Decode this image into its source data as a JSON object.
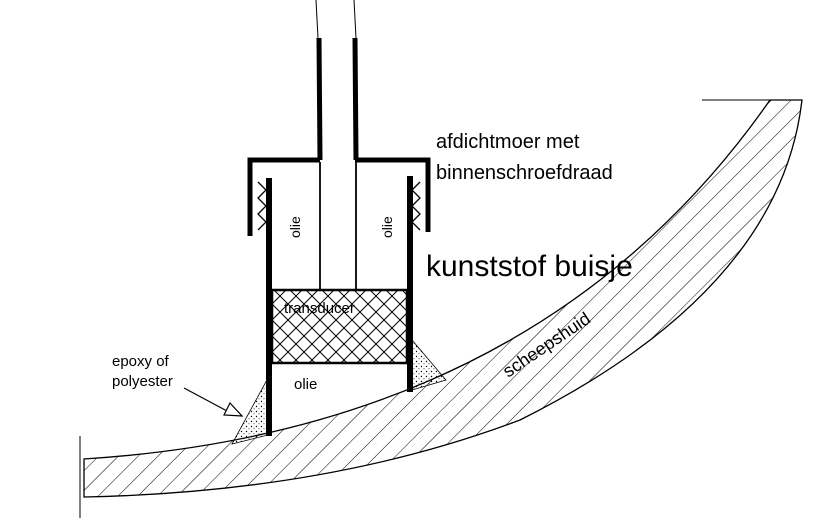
{
  "labels": {
    "seal_nut_line1": "afdichtmoer met",
    "seal_nut_line2": "binnenschroefdraad",
    "tube": "kunststof buisje",
    "transducer": "transducer",
    "oil_left": "olie",
    "oil_right": "olie",
    "oil_bottom": "olie",
    "epoxy_line1": "epoxy of",
    "epoxy_line2": "polyester",
    "hull": "scheepshuid"
  }
}
